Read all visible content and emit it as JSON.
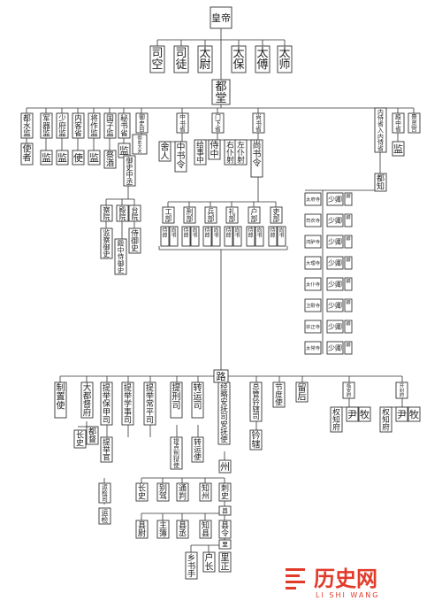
{
  "nodes": {
    "emperor": "皇帝",
    "sikong": "司空",
    "situ": "司徒",
    "taiwei": "太尉",
    "taibao": "太保",
    "taifu": "太傅",
    "taishi": "太师",
    "dutang": "都堂",
    "dushuijian": "都水监",
    "junqijian": "军器监",
    "shaofujian": "少府监",
    "neikesheng": "内客省",
    "jiangzuojian": "将作监",
    "guozijian": "国子监",
    "mishusheng": "秘书省",
    "yushitai": "御史台",
    "zhongshusheng": "中书省",
    "menxiasheng": "门下省",
    "shangshusheng": "尚书省",
    "neishisheng": "内侍省入内侍省",
    "dianzhongsheng": "殿中省",
    "jingkeguan": "景灵宫",
    "shizhe": "使者",
    "jian1": "监",
    "jian2": "监",
    "shi": "使",
    "jian3": "监",
    "jijiu": "祭酒",
    "jian4": "监",
    "yushidafu": "御史大夫",
    "yushizhongcheng": "御史中丞",
    "sheren": "舍人",
    "zhongshuling": "中书令",
    "geishizhong": "给事中",
    "shizhong": "侍中",
    "youpushe": "右仆射",
    "zuopushe": "左仆射",
    "shangshuling": "尚书令",
    "duzhi": "都知",
    "jian5": "监",
    "chayuan": "察院",
    "dianyuan": "殿院",
    "taiyuan": "台院",
    "jianchayushi": "监察御史",
    "dianzhongshiyushi": "殿中侍御史",
    "shiyushi": "侍御史",
    "gongbu": "工部",
    "xingbu": "刑部",
    "bingbu": "兵部",
    "libu1": "礼部",
    "hubu": "户部",
    "libu2": "吏部",
    "shilang": "侍郎",
    "shangshu": "尚书",
    "taifusi": "太府寺",
    "sinongsi": "司农寺",
    "honglusi": "鸿胪寺",
    "dalisi": "大理寺",
    "taipusi": "太仆寺",
    "weiweisi": "卫尉寺",
    "zongzhengsi": "宗正寺",
    "taichangsi": "太常寺",
    "shaoqing": "少卿",
    "qing": "卿",
    "lu": "路",
    "zhizhishi": "制置使",
    "dadudufu": "大都督府",
    "dudu": "都督",
    "zhangshi": "长史",
    "tijubaojiasi": "提举保甲司",
    "tijuxueshisi": "提举学事司",
    "tijuchangpingsi": "提举常平司",
    "tixingsi": "提刑司",
    "zhuanyunsi": "转运司",
    "jinglueanfusi": "经略安抚司安抚使",
    "zongguanqianxiasi": "总管钤辖司",
    "jiedushi": "节度使",
    "jianhou": "留后",
    "linanfu": "临安府",
    "kaifengfu": "开封府",
    "tijuguan": "提举官",
    "tidianxingyushi": "提点刑狱使",
    "zhuanyunshi": "转运使",
    "qianxia": "钤辖",
    "quanzhifu": "权知府",
    "yin": "尹",
    "mu": "牧",
    "zhou": "州",
    "zhuanyunsi2": "运检司",
    "yunjian": "运检",
    "zhangshi2": "长史",
    "biejia": "别驾",
    "tongpan": "通判",
    "zhizhou": "知州",
    "cishi": "刺史",
    "xian": "县",
    "xianwei": "县尉",
    "zhubu": "主簿",
    "xiancheng": "县丞",
    "zhixian": "知县",
    "xianling": "县令",
    "li": "里",
    "lizheng": "里正",
    "huzhang": "户长",
    "xiangshushou": "乡书手"
  },
  "watermark": {
    "cn": "历史网",
    "en": "LI SHI WANG",
    "accent": "#e23b2a"
  }
}
